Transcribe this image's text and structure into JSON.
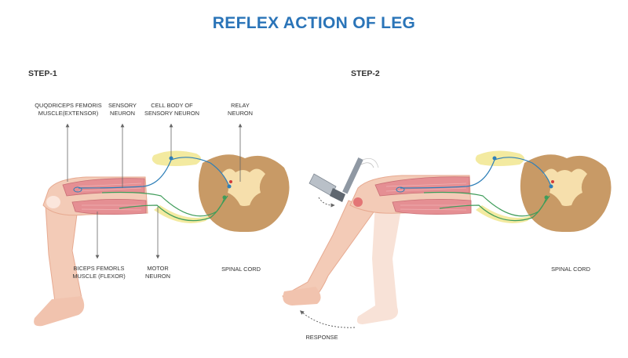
{
  "title": "REFLEX ACTION OF LEG",
  "steps": {
    "step1": "STEP-1",
    "step2": "STEP-2"
  },
  "labels": {
    "quadriceps": "QUQDRICEPS FEMORIS\nMUSCLE(EXTENSOR)",
    "sensory": "SENSORY\nNEURON",
    "cellbody": "CELL BODY OF\nSENSORY NEURON",
    "relay": "RELAY\nNEURON",
    "biceps": "BICEPS FEMORLS\nMUSCLE (FLEXOR)",
    "motor": "MOTOR\nNEURON",
    "spinal1": "SPINAL CORD",
    "spinal2": "SPINAL CORD",
    "response": "RESPONSE"
  },
  "colors": {
    "title": "#2a74b8",
    "skin": "#f3cbb7",
    "skin_shade": "#e7aa91",
    "muscle": "#e58f93",
    "cord_gray": "#c89a66",
    "cord_white": "#f6dfac",
    "nerve_sensory": "#2e7fb8",
    "nerve_motor": "#3f9c5a",
    "ganglion": "#f3eaa0"
  }
}
